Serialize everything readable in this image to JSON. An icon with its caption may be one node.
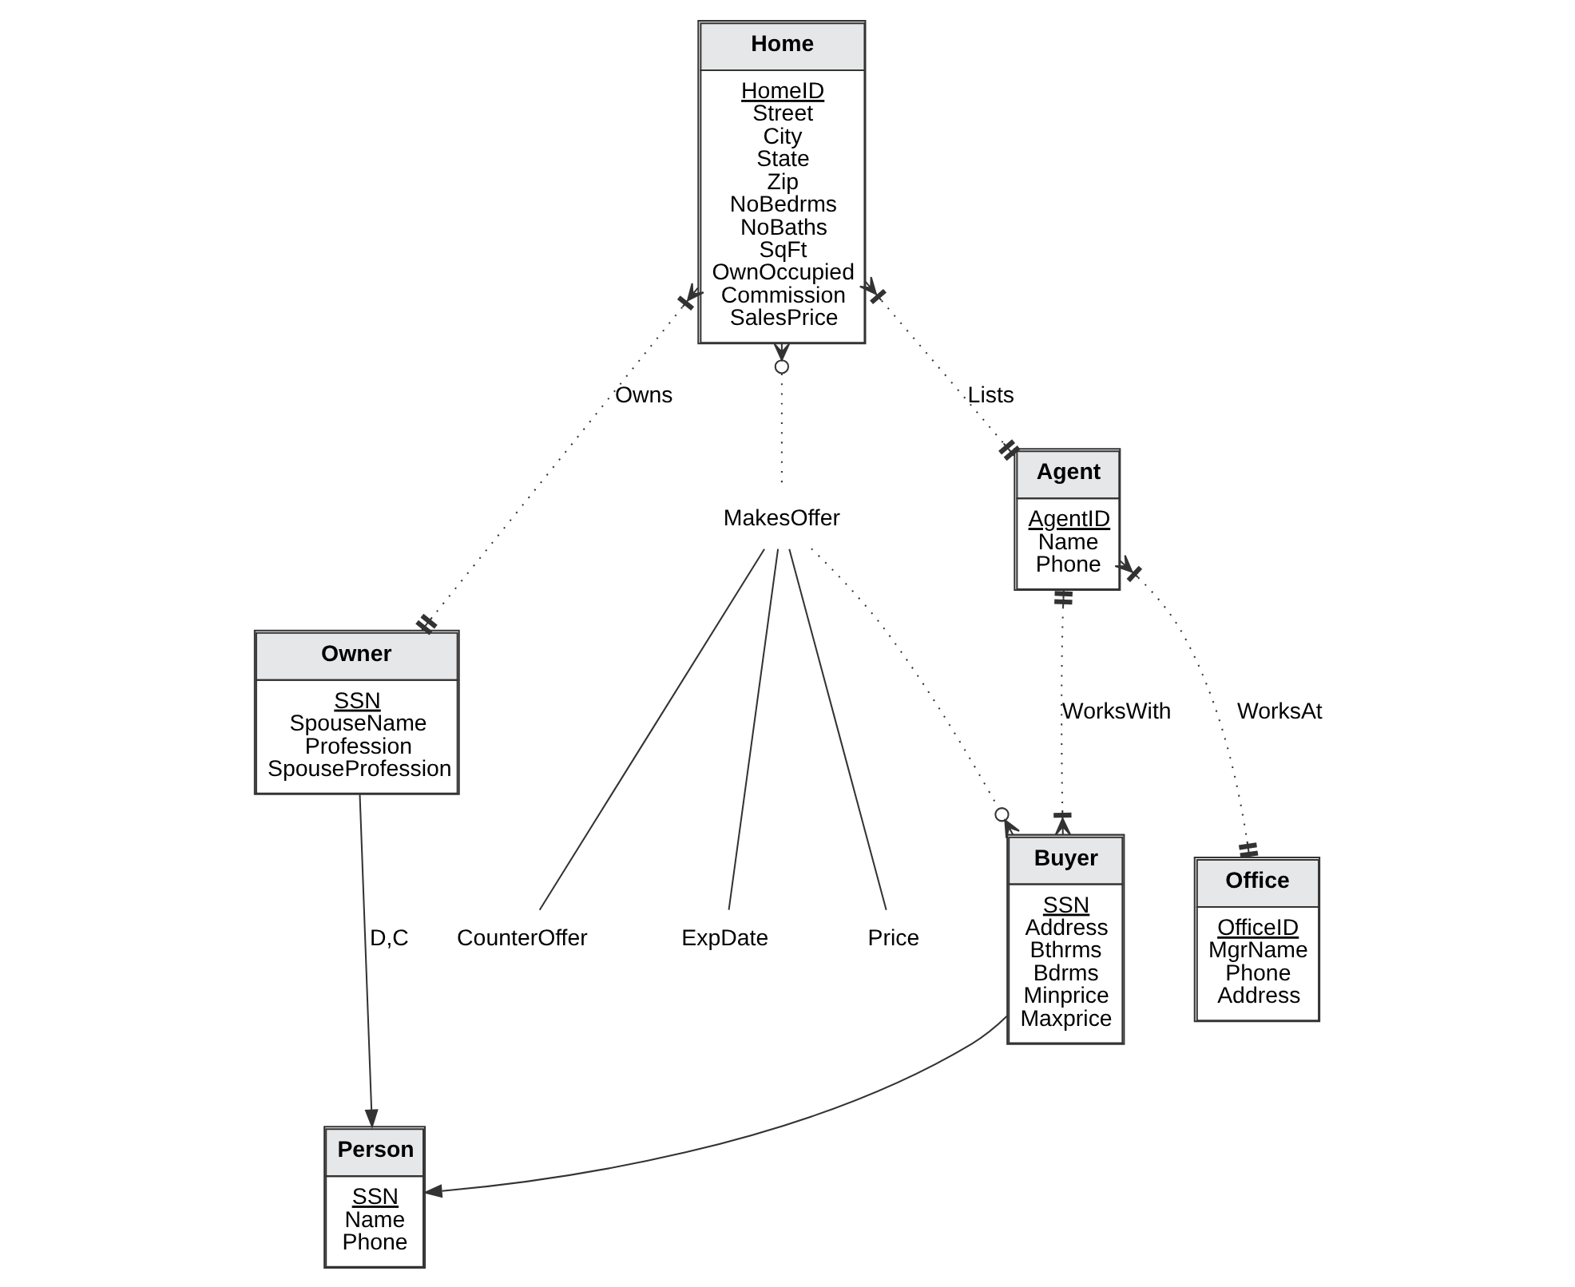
{
  "diagram": {
    "nodes": [
      {
        "text": [
          "Owner",
          "SSN",
          "SpouseName",
          "Profession",
          "SpouseProfession"
        ]
      },
      {
        "text": [
          "Home",
          "HomeID",
          "Street",
          "City",
          "State",
          "Zip",
          "NoBedrms",
          "NoBaths",
          "SqFt",
          "OwnOccupied",
          "Commission",
          "SalesPrice"
        ]
      },
      {
        "text": [
          "Person",
          "SSN",
          "Name",
          "Phone"
        ]
      },
      {
        "text": [
          "MakesOffer"
        ]
      },
      {
        "text": [
          "CounterOffer"
        ]
      },
      {
        "text": [
          "ExpDate"
        ]
      },
      {
        "text": [
          "Price"
        ]
      },
      {
        "text": [
          "Buyer",
          "SSN",
          "Address",
          "Bthrms",
          "Bdrms",
          "Minprice",
          "Maxprice"
        ]
      },
      {
        "text": [
          "Agent",
          "AgentID",
          "Name",
          "Phone"
        ]
      },
      {
        "text": [
          "Office",
          "OfficeID",
          "MgrName",
          "Phone",
          "Address"
        ]
      }
    ],
    "edges": [
      {
        "from": 1,
        "to": 0,
        "arrow": "other",
        "label": "Owns",
        "style": "dashed"
      },
      {
        "from": 1,
        "to": 3,
        "arrow": "other",
        "style": "dashed"
      },
      {
        "from": 3,
        "to": 7,
        "arrow": "other",
        "style": "dashed"
      },
      {
        "from": 3,
        "to": 4,
        "arrow": "none"
      },
      {
        "from": 3,
        "to": 5,
        "arrow": "none"
      },
      {
        "from": 3,
        "to": 6,
        "arrow": "none"
      },
      {
        "from": 0,
        "to": 2,
        "arrow": "to",
        "label": "D,C"
      },
      {
        "from": 7,
        "to": 2,
        "arrow": "to"
      },
      {
        "from": 1,
        "to": 8,
        "arrow": "other",
        "label": "Lists",
        "style": "dashed"
      },
      {
        "from": 8,
        "to": 7,
        "arrow": "other",
        "label": "WorksWith",
        "style": "dashed"
      },
      {
        "from": 8,
        "to": 9,
        "arrow": "other",
        "label": "WorksAt",
        "style": "dashed"
      }
    ]
  }
}
